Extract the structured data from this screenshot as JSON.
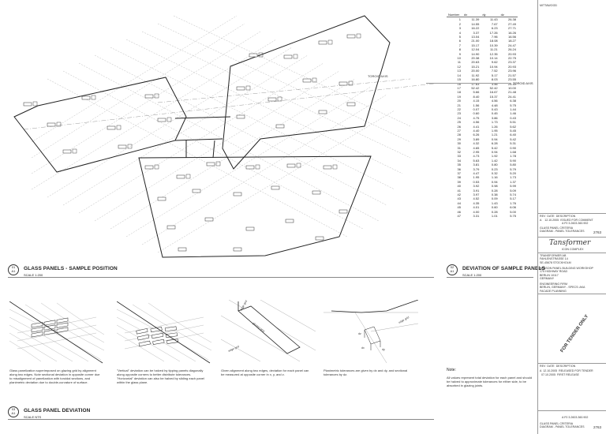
{
  "sheet": {
    "header_right": "MITTAWOOD",
    "right_axis_label": "TOROID AXIS",
    "plan_axis_label": "TOROID AXIS"
  },
  "table": {
    "headers": [
      "Number",
      "dx",
      "dy",
      "dz"
    ],
    "rows": [
      [
        "1",
        "11.39",
        "11.43",
        "26.38"
      ],
      [
        "2",
        "14.55",
        "7.67",
        "27.49"
      ],
      [
        "3",
        "16.22",
        "6.23",
        "27.71"
      ],
      [
        "4",
        "3.37",
        "17.26",
        "16.26"
      ],
      [
        "5",
        "13.04",
        "7.96",
        "16.56"
      ],
      [
        "6",
        "21.00",
        "18.08",
        "18.27"
      ],
      [
        "7",
        "15.17",
        "10.39",
        "24.47"
      ],
      [
        "8",
        "12.04",
        "11.21",
        "26.24"
      ],
      [
        "9",
        "14.90",
        "12.35",
        "20.93"
      ],
      [
        "10",
        "20.38",
        "10.14",
        "22.75"
      ],
      [
        "11",
        "20.63",
        "9.62",
        "23.37"
      ],
      [
        "12",
        "15.21",
        "10.94",
        "20.93"
      ],
      [
        "13",
        "20.00",
        "7.52",
        "23.96"
      ],
      [
        "14",
        "11.92",
        "5.17",
        "21.57"
      ],
      [
        "15",
        "16.80",
        "8.03",
        "23.55"
      ],
      [
        "16",
        "17.63",
        "3.56",
        "24.12"
      ],
      [
        "17",
        "52.42",
        "52.42",
        "10.00"
      ],
      [
        "18",
        "5.66",
        "16.67",
        "21.48"
      ],
      [
        "19",
        "8.40",
        "15.37",
        "24.41"
      ],
      [
        "20",
        "4.15",
        "4.56",
        "6.38"
      ],
      [
        "21",
        "1.56",
        "4.48",
        "5.75"
      ],
      [
        "22",
        "0.07",
        "0.43",
        "1.44"
      ],
      [
        "23",
        "0.60",
        "0.45",
        "1.46"
      ],
      [
        "24",
        "4.75",
        "3.86",
        "0.43"
      ],
      [
        "25",
        "4.56",
        "1.73",
        "5.51"
      ],
      [
        "26",
        "4.41",
        "1.26",
        "5.62"
      ],
      [
        "27",
        "4.40",
        "1.95",
        "5.45"
      ],
      [
        "28",
        "6.26",
        "1.21",
        "6.40"
      ],
      [
        "29",
        "3.89",
        "0.94",
        "5.42"
      ],
      [
        "30",
        "4.32",
        "6.28",
        "5.31"
      ],
      [
        "31",
        "4.65",
        "5.42",
        "0.90"
      ],
      [
        "32",
        "2.95",
        "0.94",
        "1.68"
      ],
      [
        "33",
        "4.73",
        "1.92",
        "1.78"
      ],
      [
        "34",
        "5.63",
        "1.42",
        "5.90"
      ],
      [
        "35",
        "3.81",
        "0.80",
        "5.80"
      ],
      [
        "36",
        "3.79",
        "0.23",
        "5.79"
      ],
      [
        "37",
        "4.47",
        "0.32",
        "5.20"
      ],
      [
        "38",
        "1.95",
        "1.16",
        "1.73"
      ],
      [
        "39",
        "0.53",
        "0.94",
        "1.37"
      ],
      [
        "40",
        "3.92",
        "0.98",
        "5.99"
      ],
      [
        "41",
        "3.91",
        "0.28",
        "5.09"
      ],
      [
        "42",
        "3.97",
        "0.38",
        "5.74"
      ],
      [
        "43",
        "4.52",
        "0.09",
        "5.17"
      ],
      [
        "44",
        "4.35",
        "1.43",
        "1.76"
      ],
      [
        "45",
        "4.01",
        "0.60",
        "6.06"
      ],
      [
        "46",
        "4.00",
        "0.28",
        "5.00"
      ],
      [
        "47",
        "3.31",
        "1.01",
        "5.75"
      ]
    ]
  },
  "drawings": {
    "d01": {
      "num": "01",
      "code": "A1",
      "title": "GLASS PANELS - SAMPLE POSITION",
      "scale": "SCALE 1:200"
    },
    "d02": {
      "num": "02",
      "code": "A1",
      "title": "DEVIATION OF SAMPLE PANELS",
      "scale": "SCALE 1:200"
    },
    "d03": {
      "num": "03",
      "code": "A1",
      "title": "GLASS PANEL DEVIATION",
      "scale": "SCALE NTS"
    }
  },
  "captions": {
    "c1": "Glass panelization superimposed on glazing grid by alignment along two edges. Note sectional deviation in opposite corner due to misalignment of panelization with toroidal sections, and planimetric deviation due to double-curvature of surface.",
    "c2": "\"Vertical\" deviation can be halved by tipping panels diagonally along opposite corners to better distribute tolerances. \"Horizontal\" deviation can also be halved by sliding each panel within the glass plane.",
    "c3": "Given alignment along two edges, deviation for each panel can be measured at opposite corner in x, y, and z.",
    "c4": "Planimetric tolerances are given by dx and dy, and sectional tolerances by dz.",
    "note_title": "Note:",
    "note_body": "All values represent total deviation for each panel and should be halved to approximate tolerances for either side, to be absorbed in glazing joints."
  },
  "diagram_labels": {
    "glazing_grid": "glazing grid",
    "edge_grid": "edge grid",
    "edge_grid2": "edge grid",
    "edge_grid3": "edge grid",
    "dx": "dx",
    "dy": "dy",
    "dz": "dz"
  },
  "titleblock": {
    "rev1": "REV  DATE  DESCRIPTION",
    "rev1_line": "A    12.10.2005  ISSUED FOR COMMENT",
    "info1": "GLASS PANEL CRITERIA\nDIAGRAM - PANEL TOLERANCES",
    "sheet_code": "A F0 3.2603.360.902",
    "sheet_num": "2763",
    "logo_script": "Tansformer",
    "logo_sub": "ICON COMPLEX",
    "client_block": "TRANSFORMER AB\nFAHLENSTRASSE 14\nSE-45678 STOCKHOLM",
    "architect_block": "BENSON PANEL BUILDING WORKSHOP\n175 HIGHWAY ROAD\nBERLIN 10117\nGERMANY",
    "consultant_block": "ENGINEERING FIRM\nBERLIN, GERMANY - SPECS: AKA\nFACADE PLANNING",
    "stamp": "FOR TENDER ONLY",
    "rev2": "REV  DATE  DESCRIPTION",
    "rev2_line": "A  12.10.2005  RELEASED FOR TENDER",
    "rev2_line2": "  07.10.2005  FIRST RELEASE",
    "info2": "GLASS PANEL CRITERIA\nDIAGRAM - PANEL TOLERANCES",
    "sheet_code2": "A F0 3.2603.360.902",
    "sheet_num2": "2763"
  }
}
